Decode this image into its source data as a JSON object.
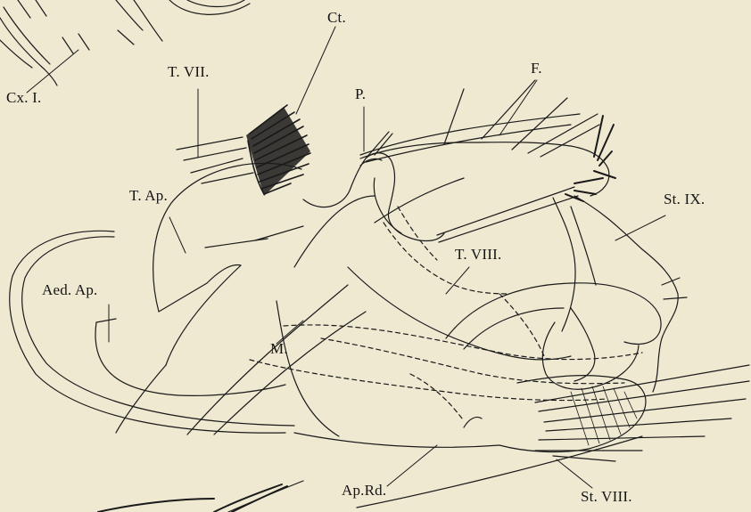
{
  "labels": {
    "ct": "Ct.",
    "t_vii": "T. VII.",
    "cx_i": "Cx. I.",
    "p": "P.",
    "f": "F.",
    "t_ap": "T. Ap.",
    "st_ix": "St. IX.",
    "aed_ap": "Aed. Ap.",
    "t_viii": "T. VIII.",
    "m": "M.",
    "ap_rd": "Ap.Rd.",
    "st_viii": "St. VIII."
  }
}
